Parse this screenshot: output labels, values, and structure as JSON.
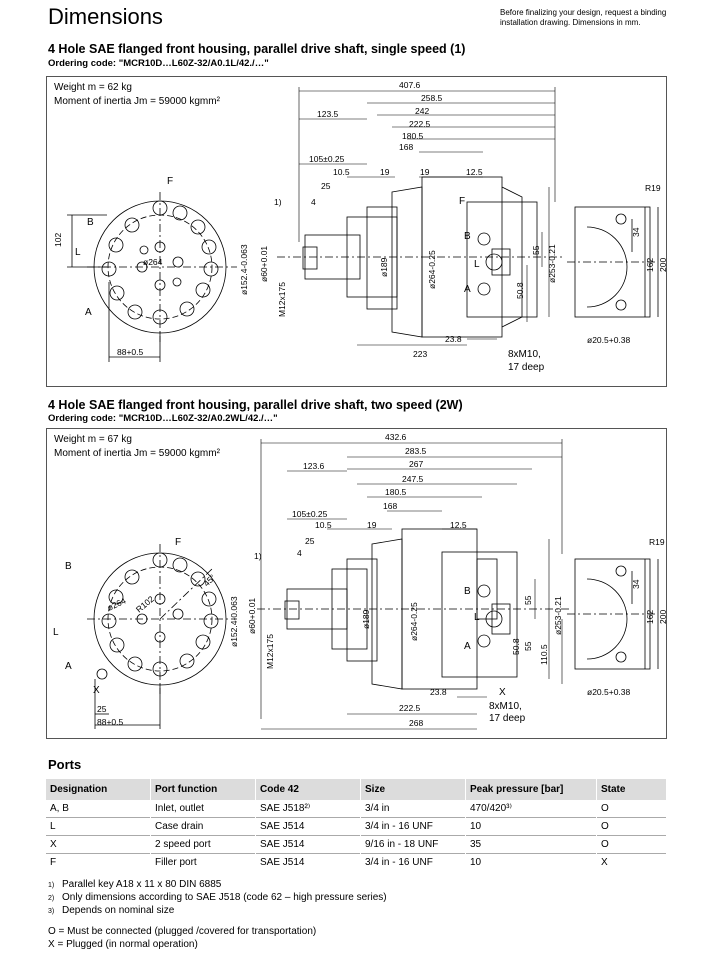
{
  "header": {
    "title": "Dimensions",
    "note_line1": "Before finalizing your design, request a binding",
    "note_line2": "installation drawing. Dimensions in mm."
  },
  "section1": {
    "title": "4 Hole SAE flanged front housing, parallel drive shaft, single speed (1)",
    "ordering": "Ordering code: \"MCR10D…L60Z-32/A0.1L/42./…\"",
    "weight": "Weight m = 62 kg",
    "inertia": "Moment of inertia Jm = 59000 kgmm²",
    "dims": {
      "d407": "407.6",
      "d258": "258.5",
      "d242": "242",
      "d222": "222.5",
      "d180": "180.5",
      "d168": "168",
      "d123": "123.5",
      "d105": "105±0.25",
      "d10": "10.5",
      "d19a": "19",
      "d19b": "19",
      "d12": "12.5",
      "d25": "25",
      "d4": "4",
      "dF": "F",
      "dR19": "R19",
      "d102": "102",
      "dB": "B",
      "dL": "L",
      "dA": "A",
      "d264": "ø264",
      "d88": "88+0.5",
      "d152": "ø152.4-0.063",
      "d60": "ø60+0.01",
      "dM12": "M12x175",
      "d189": "ø189",
      "d264b": "ø264-0.25",
      "d55": "55",
      "d50": "50.8",
      "d253": "ø253-0.21",
      "d34": "34",
      "d162": "162",
      "d200": "200",
      "d205": "ø20.5+0.38",
      "d223": "223",
      "d238": "23.8",
      "m10": "8xM10,",
      "deep": "17 deep",
      "fn1": "1)"
    }
  },
  "section2": {
    "title": "4 Hole SAE flanged front housing, parallel drive shaft, two speed (2W)",
    "ordering": "Ordering code: \"MCR10D…L60Z-32/A0.2WL/42./…\"",
    "weight": "Weight m = 67 kg",
    "inertia": "Moment of inertia Jm = 59000 kgmm²",
    "dims": {
      "d432": "432.6",
      "d283": "283.5",
      "d267": "267",
      "d247": "247.5",
      "d180": "180.5",
      "d168": "168",
      "d123": "123.6",
      "d105": "105±0.25",
      "d10": "10.5",
      "d19": "19",
      "d12": "12.5",
      "d25": "25",
      "d4": "4",
      "dF": "F",
      "dR19": "R19",
      "dB": "B",
      "dL": "L",
      "dA": "A",
      "dX": "X",
      "d45": "45°",
      "d264": "ø264",
      "d102": "R102",
      "d25b": "25",
      "d88": "88+0.5",
      "d152": "ø152.4-0.063",
      "d60": "ø60+0.01",
      "dM12": "M12x175",
      "d189": "ø189",
      "d264b": "ø264-0.25",
      "d55a": "55",
      "d55b": "55",
      "d50": "50.8",
      "d110": "110.5",
      "d253": "ø253-0.21",
      "d34": "34",
      "d162": "162",
      "d200": "200",
      "d205": "ø20.5+0.38",
      "d222": "222.5",
      "d268": "268",
      "d238": "23.8",
      "m10": "8xM10,",
      "deep": "17 deep",
      "fn1": "1)"
    }
  },
  "ports": {
    "title": "Ports",
    "headers": [
      "Designation",
      "Port function",
      "Code 42",
      "Size",
      "Peak pressure [bar]",
      "State"
    ],
    "rows": [
      [
        "A, B",
        "Inlet, outlet",
        "SAE J518²⁾",
        "3/4 in",
        "470/420³⁾",
        "O"
      ],
      [
        "L",
        "Case drain",
        "SAE J514",
        "3/4 in - 16 UNF",
        "10",
        "O"
      ],
      [
        "X",
        "2 speed port",
        "SAE J514",
        "9/16 in - 18 UNF",
        "35",
        "O"
      ],
      [
        "F",
        "Filler port",
        "SAE J514",
        "3/4 in - 16 UNF",
        "10",
        "X"
      ]
    ]
  },
  "footnotes": [
    {
      "key": "1)",
      "text": "Parallel key A18 x 11 x 80 DIN 6885"
    },
    {
      "key": "2)",
      "text": "Only dimensions according to SAE J518 (code 62 – high pressure series)"
    },
    {
      "key": "3)",
      "text": "Depends on nominal size"
    }
  ],
  "legend": {
    "o": "O = Must be connected (plugged /covered for transportation)",
    "x": "X = Plugged (in normal operation)"
  }
}
